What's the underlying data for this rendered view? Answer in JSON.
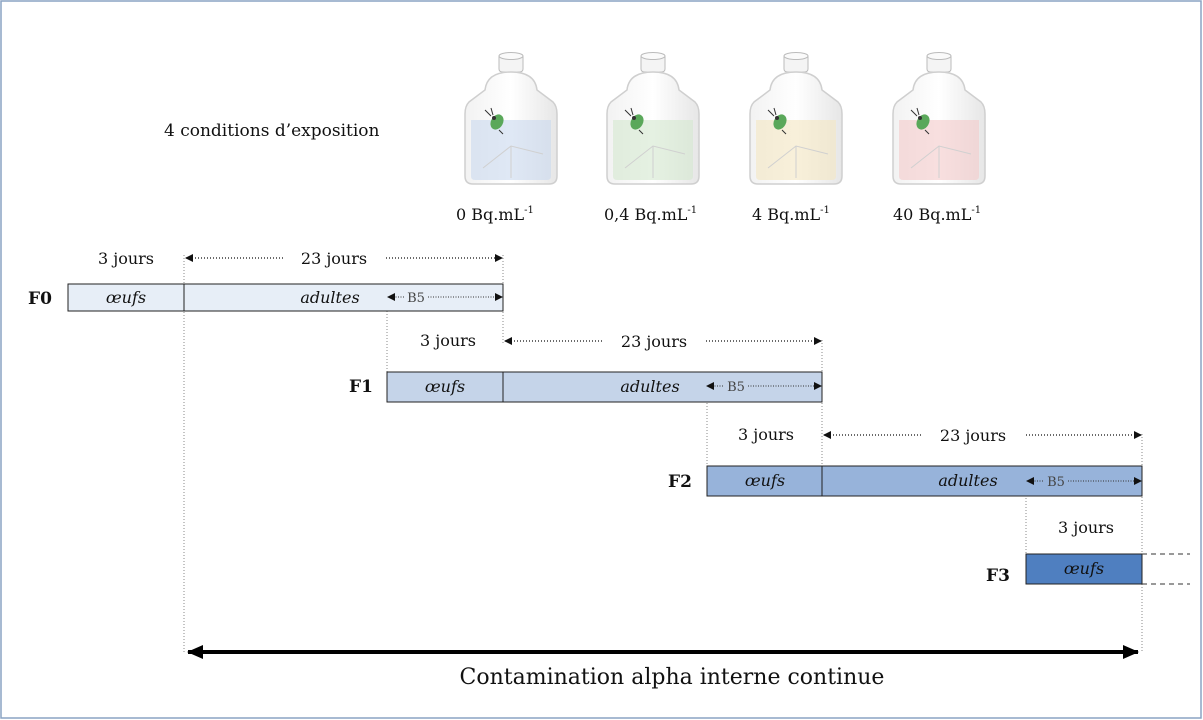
{
  "header": {
    "conditions_label": "4 conditions d’exposition"
  },
  "jars": [
    {
      "value": "0 Bq.mL",
      "sup": "-1",
      "tint": "#c9d8ef"
    },
    {
      "value": "0,4 Bq.mL",
      "sup": "-1",
      "tint": "#d3e8cf"
    },
    {
      "value": "4 Bq.mL",
      "sup": "-1",
      "tint": "#f3e6c2"
    },
    {
      "value": "40 Bq.mL",
      "sup": "-1",
      "tint": "#f4c9c9"
    }
  ],
  "generations": [
    {
      "label": "F0",
      "eggs": "œufs",
      "adults": "adultes",
      "b5": "B5",
      "fill": "#e7eef7",
      "days_eggs": "3 jours",
      "days_adults": "23 jours"
    },
    {
      "label": "F1",
      "eggs": "œufs",
      "adults": "adultes",
      "b5": "B5",
      "fill": "#c5d4e9",
      "days_eggs": "3 jours",
      "days_adults": "23 jours"
    },
    {
      "label": "F2",
      "eggs": "œufs",
      "adults": "adultes",
      "b5": "B5",
      "fill": "#97b3da",
      "days_eggs": "3 jours",
      "days_adults": "23 jours"
    },
    {
      "label": "F3",
      "eggs": "œufs",
      "fill": "#4f7fc0",
      "days_eggs": "3 jours"
    }
  ],
  "footer": {
    "contamination_label": "Contamination alpha interne continue"
  },
  "colors": {
    "frame": "#8aa3c3",
    "stroke": "#1a1a1a",
    "dotted": "#888888"
  }
}
